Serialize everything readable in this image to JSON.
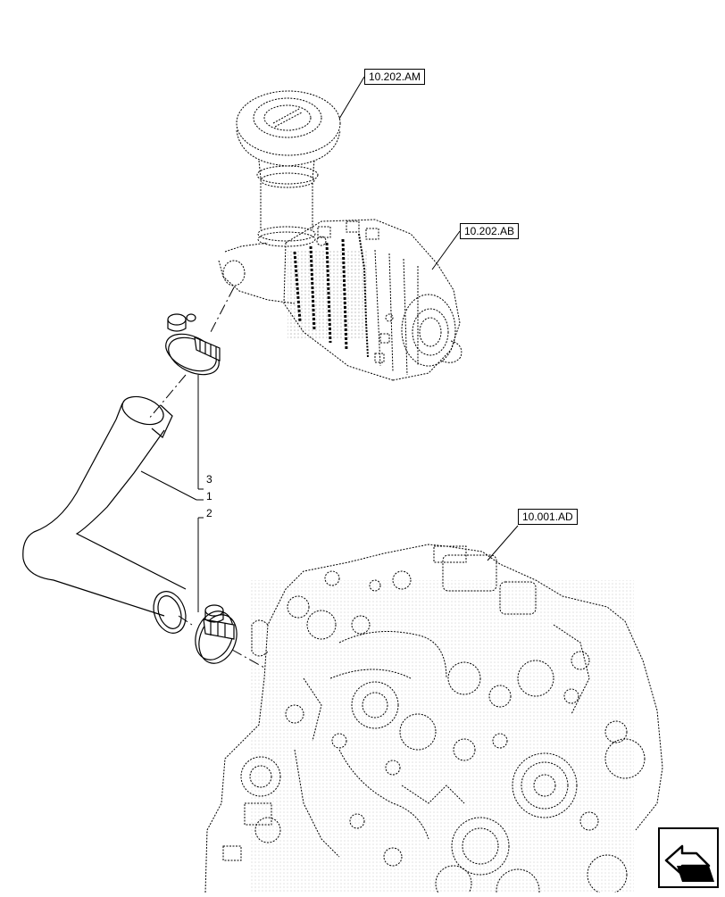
{
  "references": {
    "air_cleaner_cap": "10.202.AM",
    "air_cleaner": "10.202.AB",
    "engine": "10.001.AD"
  },
  "callouts": {
    "hose": "1",
    "lower_clamp": "2",
    "upper_clamp": "3"
  },
  "navigation": {
    "icon": "next-page-arrow-icon"
  }
}
